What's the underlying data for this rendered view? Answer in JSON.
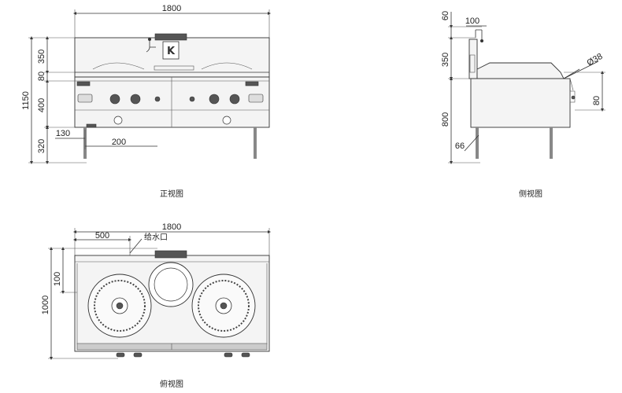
{
  "front_view": {
    "caption": "正视图",
    "dims": {
      "width": "1800",
      "backsplash_h": "350",
      "top_h": "80",
      "body_h": "400",
      "total_h": "1150",
      "leg_h": "320",
      "leg_offset": "130",
      "leg_span": "200"
    }
  },
  "side_view": {
    "caption": "侧视图",
    "dims": {
      "top": "60",
      "tap_depth": "100",
      "backsplash_h": "350",
      "pipe_dia": "Ø38",
      "rim_h": "80",
      "body_h": "800",
      "leg_offset": "66"
    }
  },
  "top_view": {
    "caption": "俯视图",
    "dims": {
      "width": "1800",
      "inlet_offset": "500",
      "backsplash_depth": "100",
      "depth": "1000"
    },
    "labels": {
      "water_inlet": "给水口"
    }
  },
  "colors": {
    "line": "#333333",
    "fill": "#f4f4f4",
    "knob": "#555555"
  }
}
